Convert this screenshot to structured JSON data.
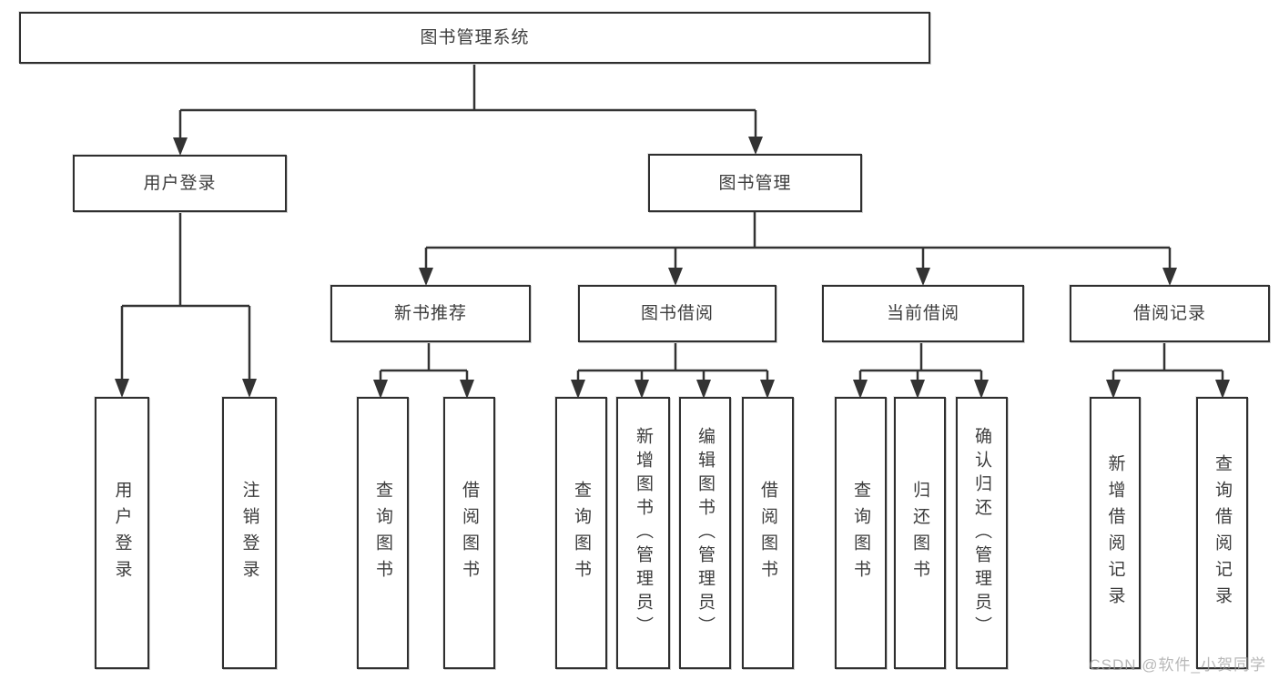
{
  "tree": {
    "root_label": "图书管理系统",
    "user_login": {
      "label": "用户登录",
      "children": [
        "用户登录",
        "注销登录"
      ]
    },
    "book_mgmt": {
      "label": "图书管理",
      "new_book_rec": {
        "label": "新书推荐",
        "children": [
          "查询图书",
          "借阅图书"
        ]
      },
      "book_borrow": {
        "label": "图书借阅",
        "children": [
          "查询图书",
          "新增图书（管理员）",
          "编辑图书（管理员）",
          "借阅图书"
        ]
      },
      "current_borrow": {
        "label": "当前借阅",
        "children": [
          "查询图书",
          "归还图书",
          "确认归还（管理员）"
        ]
      },
      "borrow_record": {
        "label": "借阅记录",
        "children": [
          "新增借阅记录",
          "查询借阅记录"
        ]
      }
    }
  },
  "watermark": "CSDN @软件_小贺同学",
  "colors": {
    "line": "#333333",
    "box_border": "#2f2f2f",
    "text": "#3d3d3d",
    "watermark": "#a0a0a0",
    "background": "#ffffff"
  }
}
